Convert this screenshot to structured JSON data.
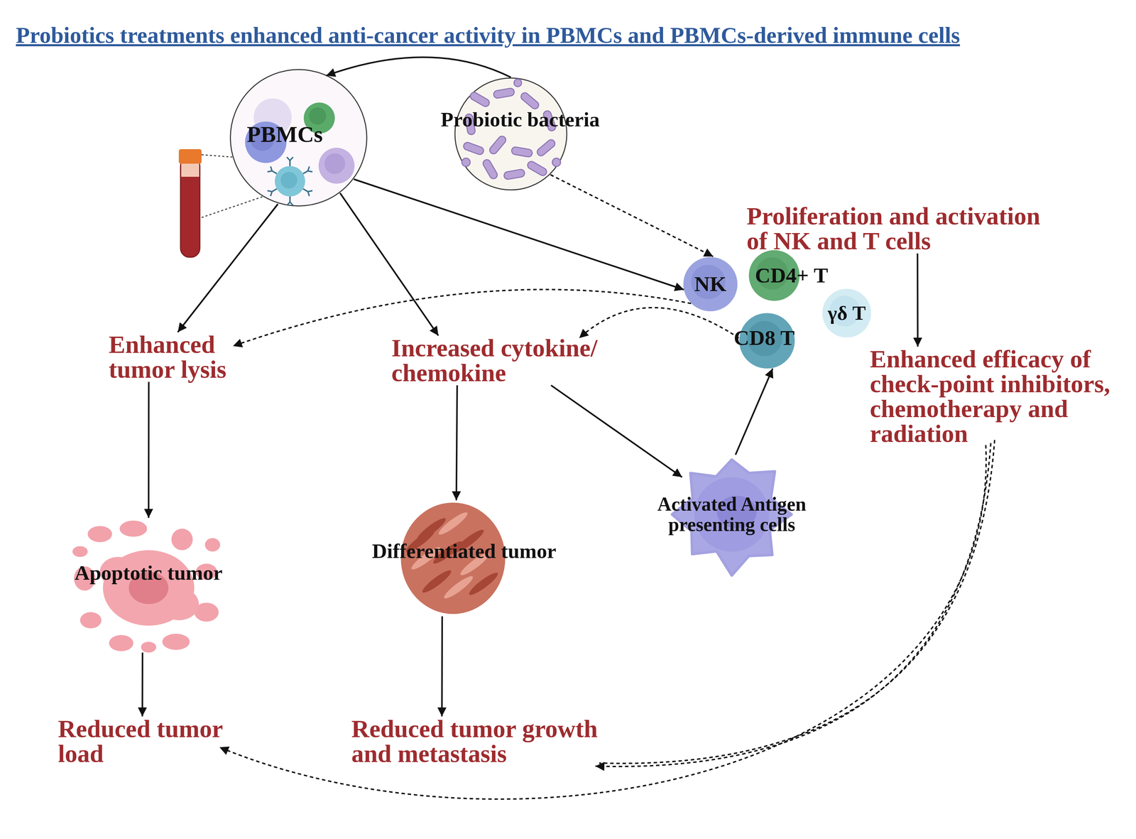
{
  "diagram": {
    "title": "Probiotics treatments enhanced anti-cancer activity in PBMCs and PBMCs-derived immune cells",
    "nodes": [
      {
        "text": [
          "PBMCs"
        ]
      },
      {
        "text": [
          "Probiotic bacteria"
        ]
      },
      {
        "text": [
          "Proliferation and activation of NK and T cells"
        ]
      },
      {
        "text": [
          "NK"
        ]
      },
      {
        "text": [
          "CD4+ T"
        ]
      },
      {
        "text": [
          "γδ T"
        ]
      },
      {
        "text": [
          "CD8 T"
        ]
      },
      {
        "text": [
          "Enhanced tumor lysis"
        ]
      },
      {
        "text": [
          "Increased cytokine/ chemokine"
        ]
      },
      {
        "text": [
          "Enhanced efficacy of check-point inhibitors, chemotherapy and radiation"
        ]
      },
      {
        "text": [
          "Activated Antigen presenting cells"
        ]
      },
      {
        "text": [
          "Apoptotic tumor"
        ]
      },
      {
        "text": [
          "Differentiated tumor"
        ]
      },
      {
        "text": [
          "Reduced tumor load"
        ]
      },
      {
        "text": [
          "Reduced tumor growth and metastasis"
        ]
      }
    ],
    "edges": [
      {
        "from": 1,
        "to": 0,
        "arrow": "to"
      },
      {
        "from": 1,
        "to": 3,
        "arrow": "to"
      },
      {
        "from": 0,
        "to": 3,
        "arrow": "to"
      },
      {
        "from": 0,
        "to": 7,
        "arrow": "to"
      },
      {
        "from": 0,
        "to": 8,
        "arrow": "to"
      },
      {
        "from": 3,
        "to": 7,
        "arrow": "to"
      },
      {
        "from": 6,
        "to": 8,
        "arrow": "to"
      },
      {
        "from": 8,
        "to": 10,
        "arrow": "to"
      },
      {
        "from": 10,
        "to": 6,
        "arrow": "to"
      },
      {
        "from": 2,
        "to": 9,
        "arrow": "to"
      },
      {
        "from": 7,
        "to": 11,
        "arrow": "to"
      },
      {
        "from": 11,
        "to": 13,
        "arrow": "to"
      },
      {
        "from": 8,
        "to": 12,
        "arrow": "to"
      },
      {
        "from": 12,
        "to": 14,
        "arrow": "to"
      },
      {
        "from": 9,
        "to": 14,
        "arrow": "to"
      },
      {
        "from": 9,
        "to": 13,
        "arrow": "to"
      }
    ]
  }
}
